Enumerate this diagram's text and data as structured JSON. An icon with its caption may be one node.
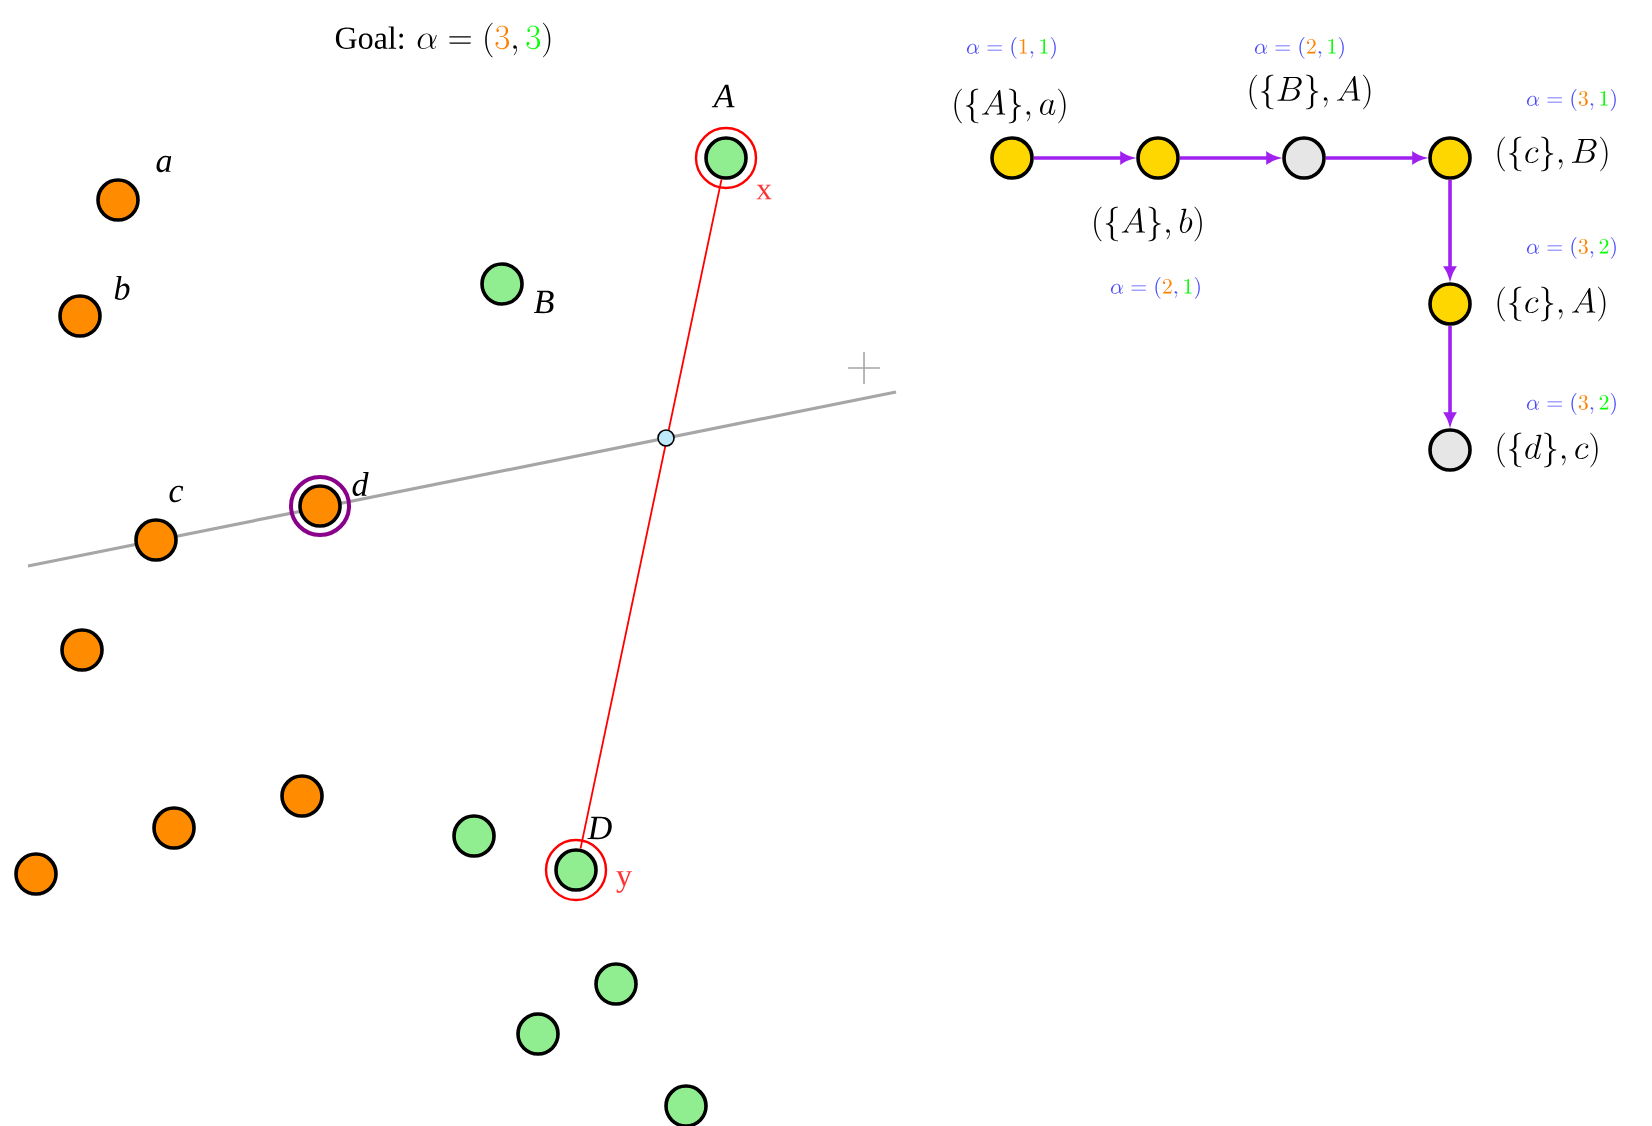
{
  "diagram": {
    "title": "\\text{Goal: }\\alpha = (\\textcolor{orange}{3}, \\textcolor{green}{3})",
    "nodes": [
      {
        "text": [],
        "shape": "circle",
        "beside": [
          "A",
          "x"
        ]
      },
      {
        "text": [],
        "shape": "circle",
        "beside": [
          "a"
        ]
      },
      {
        "text": [],
        "shape": "circle",
        "beside": [
          "B"
        ]
      },
      {
        "text": [],
        "shape": "circle",
        "beside": [
          "b"
        ]
      },
      {
        "text": [],
        "shape": "circle",
        "beside": [
          "d"
        ]
      },
      {
        "text": [],
        "shape": "circle",
        "beside": [
          "c"
        ]
      },
      {
        "text": [],
        "shape": "circle"
      },
      {
        "text": [],
        "shape": "circle"
      },
      {
        "text": [],
        "shape": "circle"
      },
      {
        "text": [],
        "shape": "circle"
      },
      {
        "text": [],
        "shape": "circle",
        "beside": [
          "D",
          "y"
        ]
      },
      {
        "text": [],
        "shape": "circle"
      },
      {
        "text": [],
        "shape": "circle"
      },
      {
        "text": [],
        "shape": "circle"
      },
      {
        "text": [],
        "shape": "circle"
      },
      {
        "text": [],
        "shape": "circle",
        "beside": [
          "(\\{A\\}, a)",
          "\\alpha = (\\textcolor{orange}{1}, \\textcolor{green}{1})"
        ]
      },
      {
        "text": [],
        "shape": "circle",
        "beside": [
          "(\\{A\\}, b)",
          "\\alpha = (\\textcolor{orange}{2}, \\textcolor{green}{1})"
        ]
      },
      {
        "text": [],
        "shape": "circle",
        "beside": [
          "(\\{B\\}, A)",
          "\\alpha = (\\textcolor{orange}{2}, \\textcolor{green}{1})"
        ]
      },
      {
        "text": [],
        "shape": "circle",
        "beside": [
          "(\\{c\\}, B)",
          "\\alpha = (\\textcolor{orange}{3}, \\textcolor{green}{1})"
        ]
      },
      {
        "text": [],
        "shape": "circle",
        "beside": [
          "(\\{c\\}, A)",
          "\\alpha = (\\textcolor{orange}{3}, \\textcolor{green}{2})"
        ]
      },
      {
        "text": [],
        "shape": "circle",
        "beside": [
          "(\\{d\\}, c)",
          "\\alpha = (\\textcolor{orange}{3}, \\textcolor{green}{2})"
        ]
      }
    ],
    "edges": [
      {
        "from": 0,
        "to": 10,
        "arrow": "none",
        "color": "#ff0000"
      },
      {
        "from": 15,
        "to": 16,
        "arrow": "to"
      },
      {
        "from": 16,
        "to": 17,
        "arrow": "to"
      },
      {
        "from": 17,
        "to": 18,
        "arrow": "to"
      },
      {
        "from": 18,
        "to": 19,
        "arrow": "to"
      },
      {
        "from": 19,
        "to": 20,
        "arrow": "to"
      }
    ]
  }
}
